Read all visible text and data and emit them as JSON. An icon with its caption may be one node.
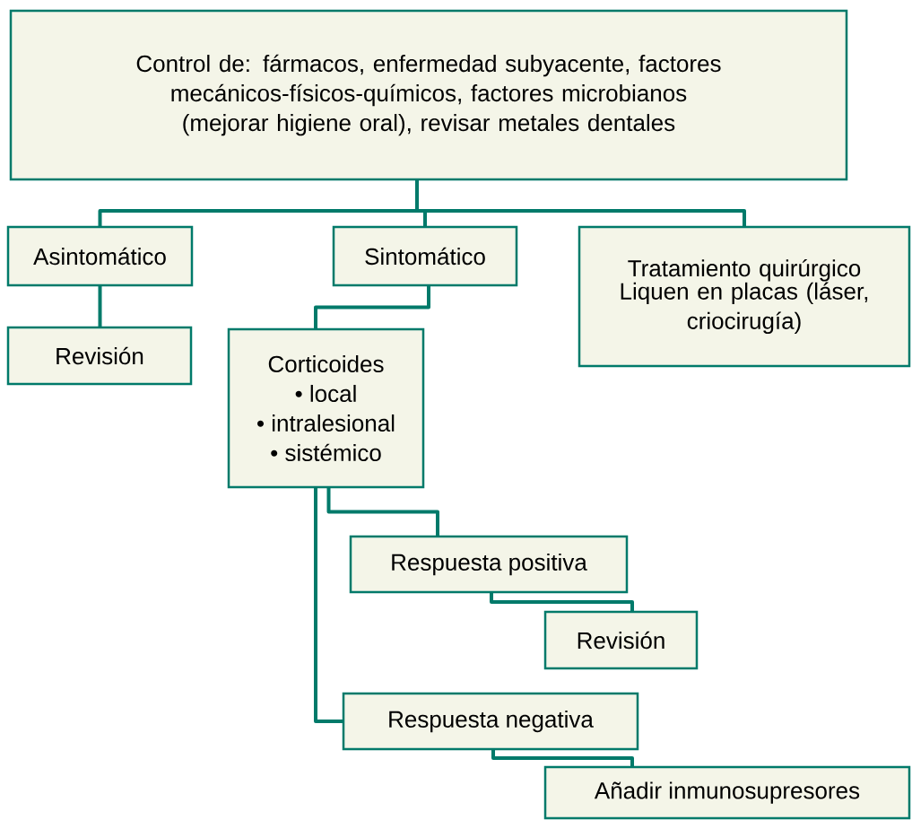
{
  "diagram": {
    "nodes": [
      {
        "text": [
          "Control de: fármacos, enfermedad subyacente, factores mecánicos-físicos-químicos, factores microbianos (mejorar higiene oral), revisar metales dentales"
        ]
      },
      {
        "text": [
          "Asintomático"
        ]
      },
      {
        "text": [
          "Sintomático"
        ]
      },
      {
        "text": [
          "Tratamiento quirúrgico",
          "Liquen en placas (láser, criocirugía)"
        ]
      },
      {
        "text": [
          "Revisión"
        ]
      },
      {
        "text": [
          "Corticoides",
          "• local",
          "• intralesional",
          "• sistémico"
        ]
      },
      {
        "text": [
          "Respuesta positiva"
        ]
      },
      {
        "text": [
          "Revisión"
        ]
      },
      {
        "text": [
          "Respuesta negativa"
        ]
      },
      {
        "text": [
          "Añadir inmunosupresores"
        ]
      }
    ],
    "edges": [
      {
        "from": 0,
        "to": 1,
        "arrow": "none"
      },
      {
        "from": 0,
        "to": 2,
        "arrow": "none"
      },
      {
        "from": 0,
        "to": 3,
        "arrow": "none"
      },
      {
        "from": 1,
        "to": 4,
        "arrow": "none"
      },
      {
        "from": 2,
        "to": 5,
        "arrow": "none"
      },
      {
        "from": 5,
        "to": 6,
        "arrow": "none"
      },
      {
        "from": 6,
        "to": 7,
        "arrow": "none"
      },
      {
        "from": 5,
        "to": 8,
        "arrow": "none"
      },
      {
        "from": 8,
        "to": 9,
        "arrow": "none"
      }
    ]
  }
}
